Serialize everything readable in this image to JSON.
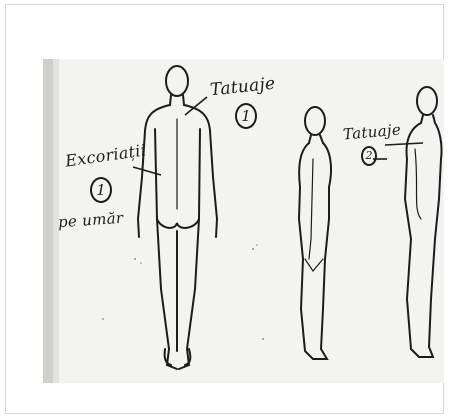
{
  "annotations": {
    "back_view_label": "Tatuaje",
    "back_view_marker": "1",
    "left_label": "Excoriații",
    "left_marker": "1",
    "left_sublabel": "pe umăr",
    "profile_label": "Tatuaje",
    "profile_marker": "2"
  },
  "scan_colors": {
    "paper": "#f3f3f1",
    "ink": "#1c1c1c",
    "frame_border": "#d6d6d6"
  }
}
